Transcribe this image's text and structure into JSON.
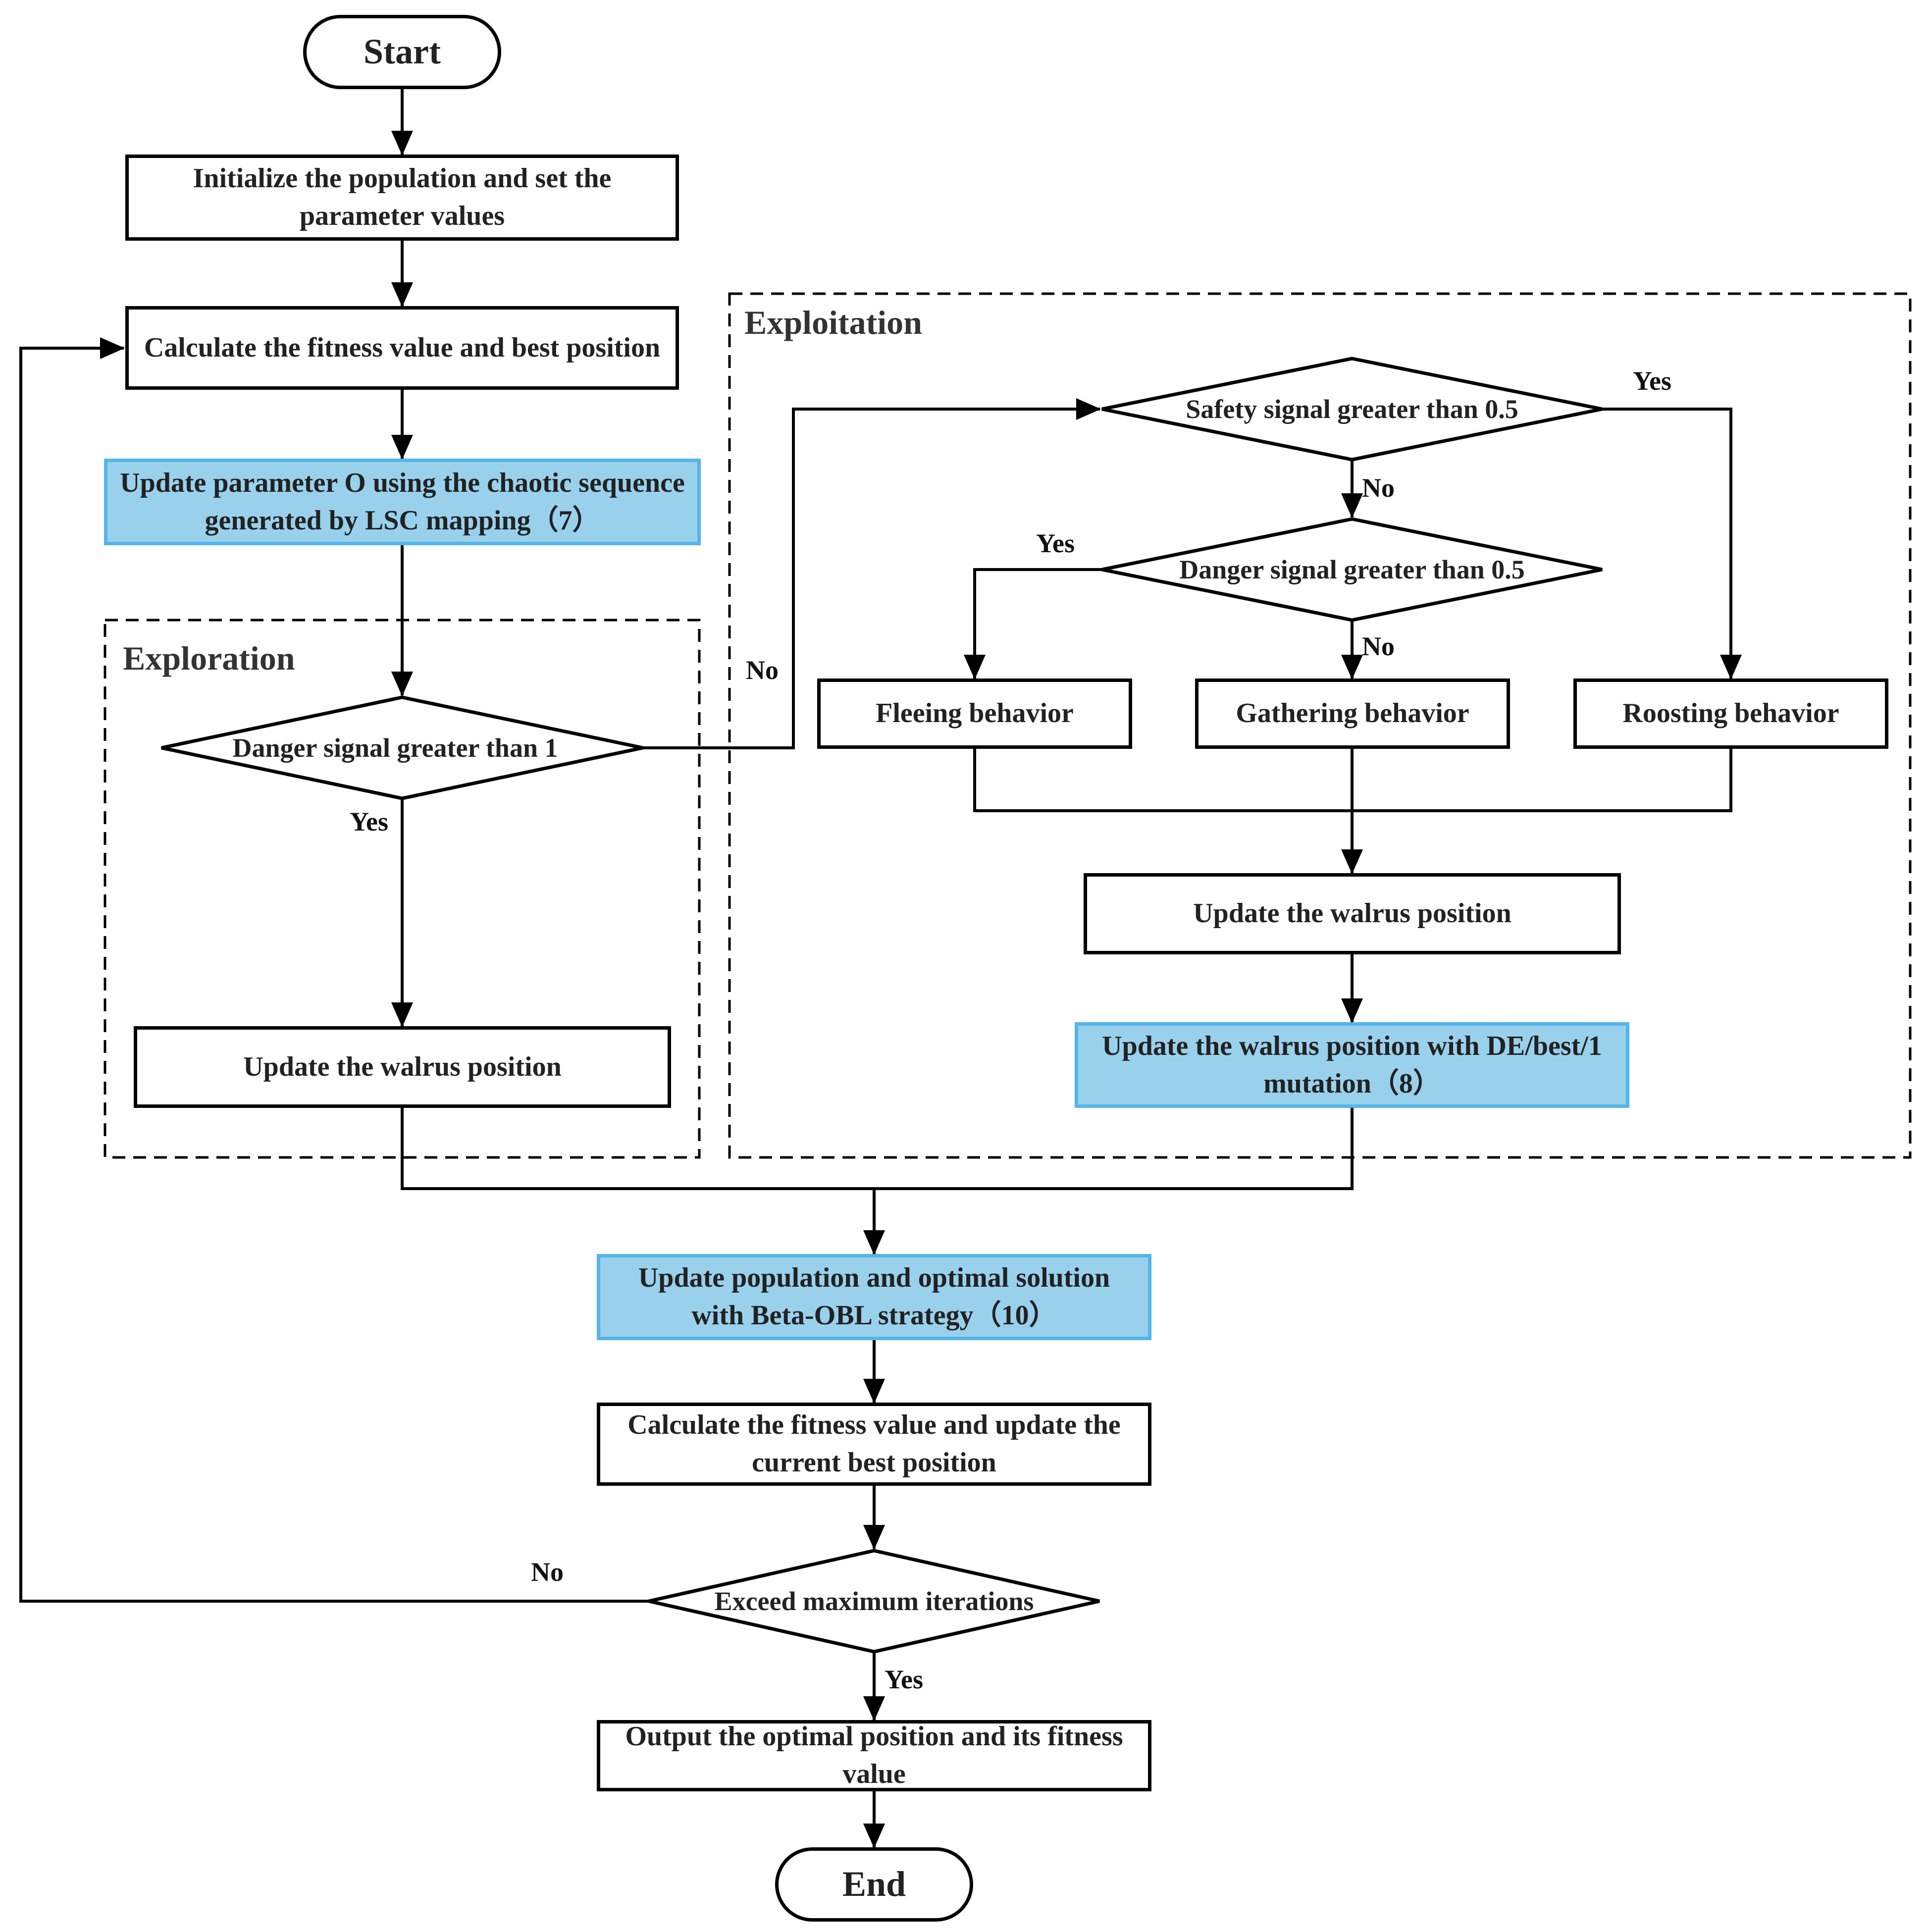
{
  "nodes": {
    "start": "Start",
    "init": "Initialize the population and set the parameter values",
    "calc_fitness": "Calculate the fitness value and best position",
    "update_param": "Update parameter O using the chaotic sequence generated by LSC mapping（7）",
    "danger_gt1": "Danger signal greater than 1",
    "update_walrus_explore": "Update the walrus position",
    "safety_gt05": "Safety signal greater than 0.5",
    "danger_gt05": "Danger signal greater than 0.5",
    "fleeing": "Fleeing behavior",
    "gathering": "Gathering behavior",
    "roosting": "Roosting behavior",
    "update_walrus_exploit": "Update the walrus position",
    "update_de": "Update the walrus position with DE/best/1 mutation（8）",
    "update_beta": "Update population and optimal solution with Beta-OBL  strategy（10）",
    "calc_update": "Calculate the fitness value and update the current best position",
    "exceed_max": "Exceed maximum iterations",
    "output": "Output the optimal position and its fitness value",
    "end": "End"
  },
  "groups": {
    "exploration": "Exploration",
    "exploitation": "Exploitation"
  },
  "edge_labels": {
    "danger_gt1_yes": "Yes",
    "danger_gt1_no": "No",
    "safety_yes": "Yes",
    "safety_no": "No",
    "danger_gt05_yes": "Yes",
    "danger_gt05_no": "No",
    "exceed_no": "No",
    "exceed_yes": "Yes"
  },
  "colors": {
    "highlight_fill": "#99d1ed",
    "highlight_border": "#55b5ea",
    "line": "#000000"
  }
}
